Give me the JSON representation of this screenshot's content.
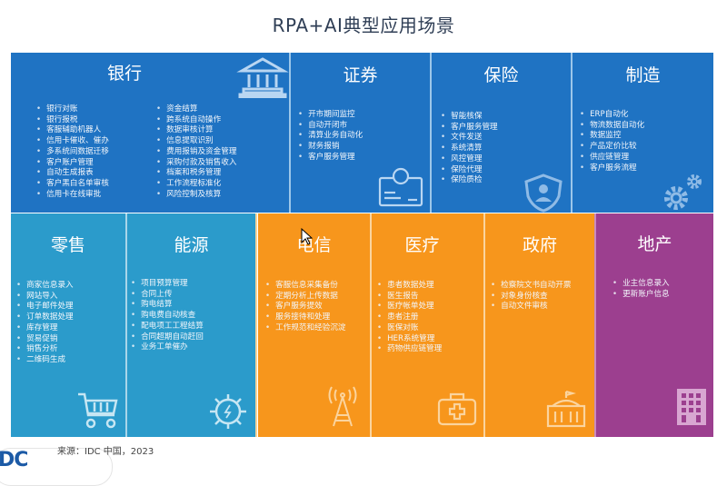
{
  "title": "RPA+AI典型应用场景",
  "colors": {
    "blue_dark": "#1f73c3",
    "blue_light": "#2b9bcb",
    "orange": "#f7961c",
    "purple": "#9c3f8f"
  },
  "tiles": [
    {
      "name": "银行",
      "icon": "bank-icon",
      "items_left": [
        "银行对账",
        "银行报税",
        "客服辅助机器人",
        "信用卡催收、催办",
        "多系统间数据迁移",
        "客户账户管理",
        "自动生成报表",
        "客户黑白名单审核",
        "信用卡在线审批"
      ],
      "items_right": [
        "资金结算",
        "跨系统自动操作",
        "数据审核计算",
        "信息提取识别",
        "费用报销及资金管理",
        "采购付款及销售收入",
        "档案和税务管理",
        "工作流程标准化",
        "风险控制及核算"
      ]
    },
    {
      "name": "证券",
      "icon": "id-card-icon",
      "items": [
        "开市期间监控",
        "自动开闭市",
        "清算业务自动化",
        "财务报销",
        "客户服务管理"
      ]
    },
    {
      "name": "保险",
      "icon": "shield-user-icon",
      "items": [
        "智能核保",
        "客户服务管理",
        "文件发送",
        "系统清算",
        "风控管理",
        "保险代理",
        "保险质检"
      ]
    },
    {
      "name": "制造",
      "icon": "gears-icon",
      "items": [
        "ERP自动化",
        "物流数据自动化",
        "数据监控",
        "产品定价比较",
        "供应链管理",
        "客户服务流程"
      ]
    },
    {
      "name": "零售",
      "icon": "cart-icon",
      "items": [
        "商家信息录入",
        "网站导入",
        "电子邮件处理",
        "订单数据处理",
        "库存管理",
        "贸易促销",
        "销售分析",
        "二维码生成"
      ]
    },
    {
      "name": "能源",
      "icon": "energy-gear-icon",
      "items": [
        "项目预算管理",
        "合同上传",
        "购电结算",
        "购电费自动核查",
        "配电项工工程结算",
        "合同超期自动赶回",
        "业务工单催办"
      ]
    },
    {
      "name": "电信",
      "icon": "signal-tower-icon",
      "items": [
        "客服信息采集备份",
        "定期分析上传数据",
        "客户服务提效",
        "服务接待和处理",
        "工作规范和经验沉淀"
      ]
    },
    {
      "name": "医疗",
      "icon": "medical-kit-icon",
      "items": [
        "患者数据处理",
        "医生报告",
        "医疗帐单处理",
        "患者注册",
        "医保对账",
        "HER系统管理",
        "药物供应链管理"
      ]
    },
    {
      "name": "政府",
      "icon": "government-building-icon",
      "items": [
        "检察院文书自动开票",
        "对象身份核查",
        "自动文件审核"
      ]
    },
    {
      "name": "地产",
      "icon": "office-building-icon",
      "items": [
        "业主信息录入",
        "更新账户信息"
      ]
    }
  ],
  "footer": {
    "source": "来源：IDC 中国，2023",
    "logo_fragment": "DC"
  }
}
